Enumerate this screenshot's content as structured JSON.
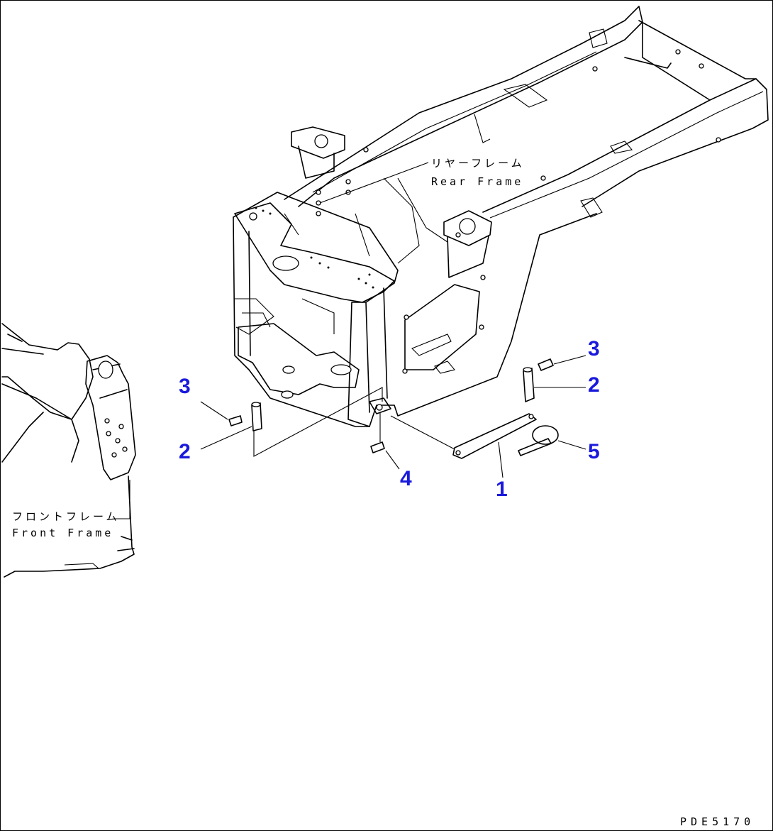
{
  "labels": {
    "rear_frame_jp": "リヤーフレーム",
    "rear_frame_en": "Rear Frame",
    "front_frame_jp": "フロントフレーム",
    "front_frame_en": "Front Frame",
    "drawing_code": "PDE5170"
  },
  "callouts": {
    "c1": "1",
    "c2_left": "2",
    "c2_right": "2",
    "c3_left": "3",
    "c3_right": "3",
    "c4": "4",
    "c5": "5"
  },
  "colors": {
    "callout": "#1a1adc",
    "line": "#000000",
    "background": "#ffffff"
  }
}
